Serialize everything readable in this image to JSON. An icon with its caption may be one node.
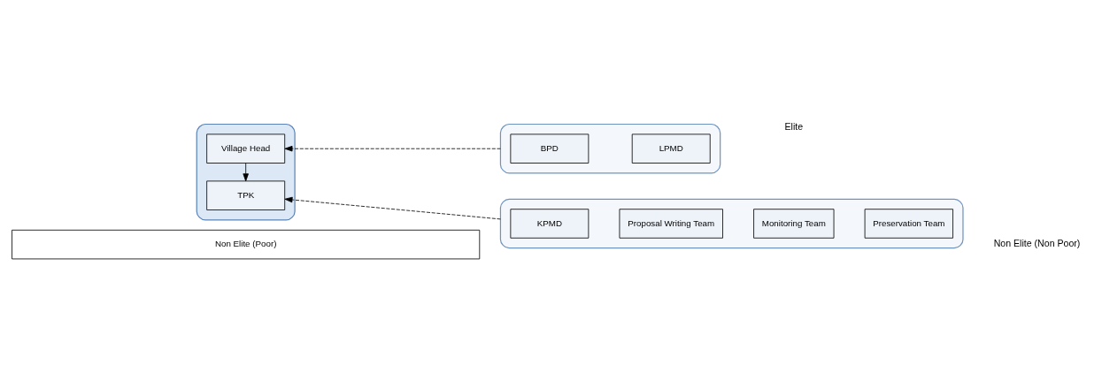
{
  "diagram": {
    "nodes": [
      {
        "text": [],
        "shape": "box"
      },
      {
        "text": [
          "Village Head"
        ],
        "in": 0
      },
      {
        "text": [
          "TPK"
        ],
        "in": 0
      },
      {
        "text": [],
        "shape": "box"
      },
      {
        "text": [
          "BPD"
        ],
        "in": 3
      },
      {
        "text": [
          "LPMD"
        ],
        "in": 3
      },
      {
        "text": [],
        "shape": "box"
      },
      {
        "text": [
          "KPMD"
        ],
        "in": 6
      },
      {
        "text": [
          "Proposal Writing Team"
        ],
        "in": 6
      },
      {
        "text": [
          "Monitoring Team"
        ],
        "in": 6
      },
      {
        "text": [
          "Preservation Team"
        ],
        "in": 6
      },
      {
        "text": [
          "Non Elite (Poor)"
        ]
      }
    ],
    "edges": [
      {
        "from": 3,
        "to": 1,
        "arrow": "to",
        "style": "dashed"
      },
      {
        "from": 1,
        "to": 2,
        "arrow": "to"
      },
      {
        "from": 6,
        "to": 2,
        "arrow": "to",
        "style": "dashed"
      }
    ],
    "labels": [
      "Elite",
      "Non Elite (Non Poor)"
    ]
  }
}
